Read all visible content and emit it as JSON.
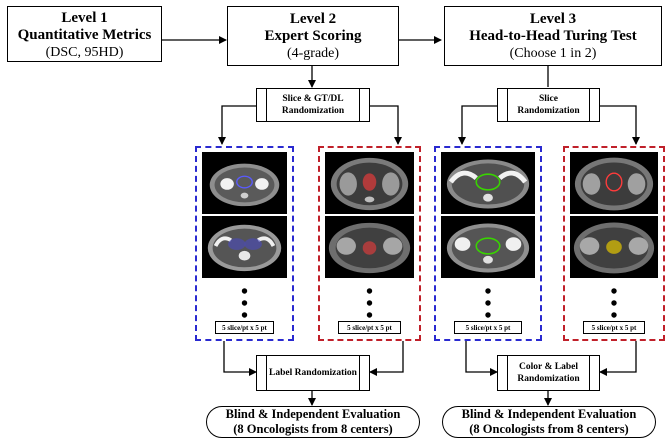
{
  "levels": [
    {
      "title": "Level 1",
      "subtitle": "Quantitative Metrics",
      "detail": "(DSC, 95HD)"
    },
    {
      "title": "Level 2",
      "subtitle": "Expert Scoring",
      "detail": "(4-grade)"
    },
    {
      "title": "Level 3",
      "subtitle": "Head-to-Head Turing Test",
      "detail": "(Choose 1 in 2)"
    }
  ],
  "processes": {
    "slice_gt_dl": "Slice & GT/DL Randomization",
    "slice": "Slice Randomization",
    "label": "Label Randomization",
    "color_label": "Color & Label Randomization"
  },
  "groups": [
    {
      "modality": "CT",
      "border_color": "#2a2ad0",
      "count_label": "5 slice/pt x 5 pt"
    },
    {
      "modality": "MR",
      "border_color": "#c0202a",
      "count_label": "5 slice/pt x 5 pt"
    },
    {
      "modality": "CT",
      "border_color": "#2a2ad0",
      "count_label": "5 slice/pt x 5 pt"
    },
    {
      "modality": "MR",
      "border_color": "#c0202a",
      "count_label": "5 slice/pt x 5 pt"
    }
  ],
  "evaluations": [
    {
      "line1": "Blind & Independent Evaluation",
      "line2": "(8 Oncologists from 8 centers)"
    },
    {
      "line1": "Blind & Independent Evaluation",
      "line2": "(8 Oncologists from 8 centers)"
    }
  ],
  "colors": {
    "blue_group": "#2a2ad0",
    "red_group": "#c0202a",
    "ct_contour": "#5a5aff",
    "ct_contour_green": "#39d400",
    "mr_contour": "#ff3b3b",
    "mr_contour_yellow": "#e3c400"
  }
}
